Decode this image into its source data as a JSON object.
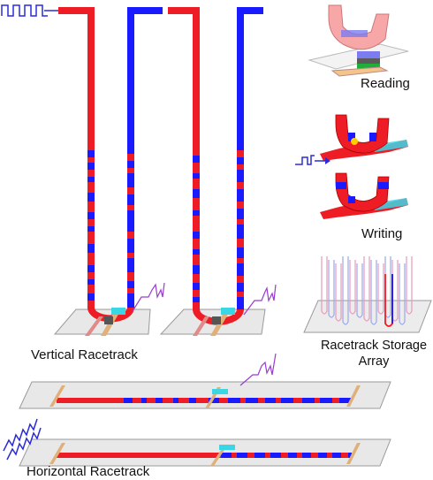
{
  "labels": {
    "reading": "Reading",
    "writing": "Writing",
    "storage_line1": "Racetrack Storage",
    "storage_line2": "Array",
    "vertical": "Vertical Racetrack",
    "horizontal": "Horizontal Racetrack"
  },
  "colors": {
    "domain_red": "#ee1c24",
    "domain_blue": "#1a1aff",
    "pulse": "#2b2bd9",
    "read_pulse": "#9a3bd0",
    "plate_fill": "#e8e8e8",
    "plate_stroke": "#9a9a9a",
    "cyan": "#39d6e6",
    "array_pink": "#e79aba",
    "array_blue": "#9aa8ea"
  },
  "icons": [
    "pulse-wave-icon",
    "read-pulse-icon",
    "racetrack-icon",
    "plate-icon"
  ]
}
